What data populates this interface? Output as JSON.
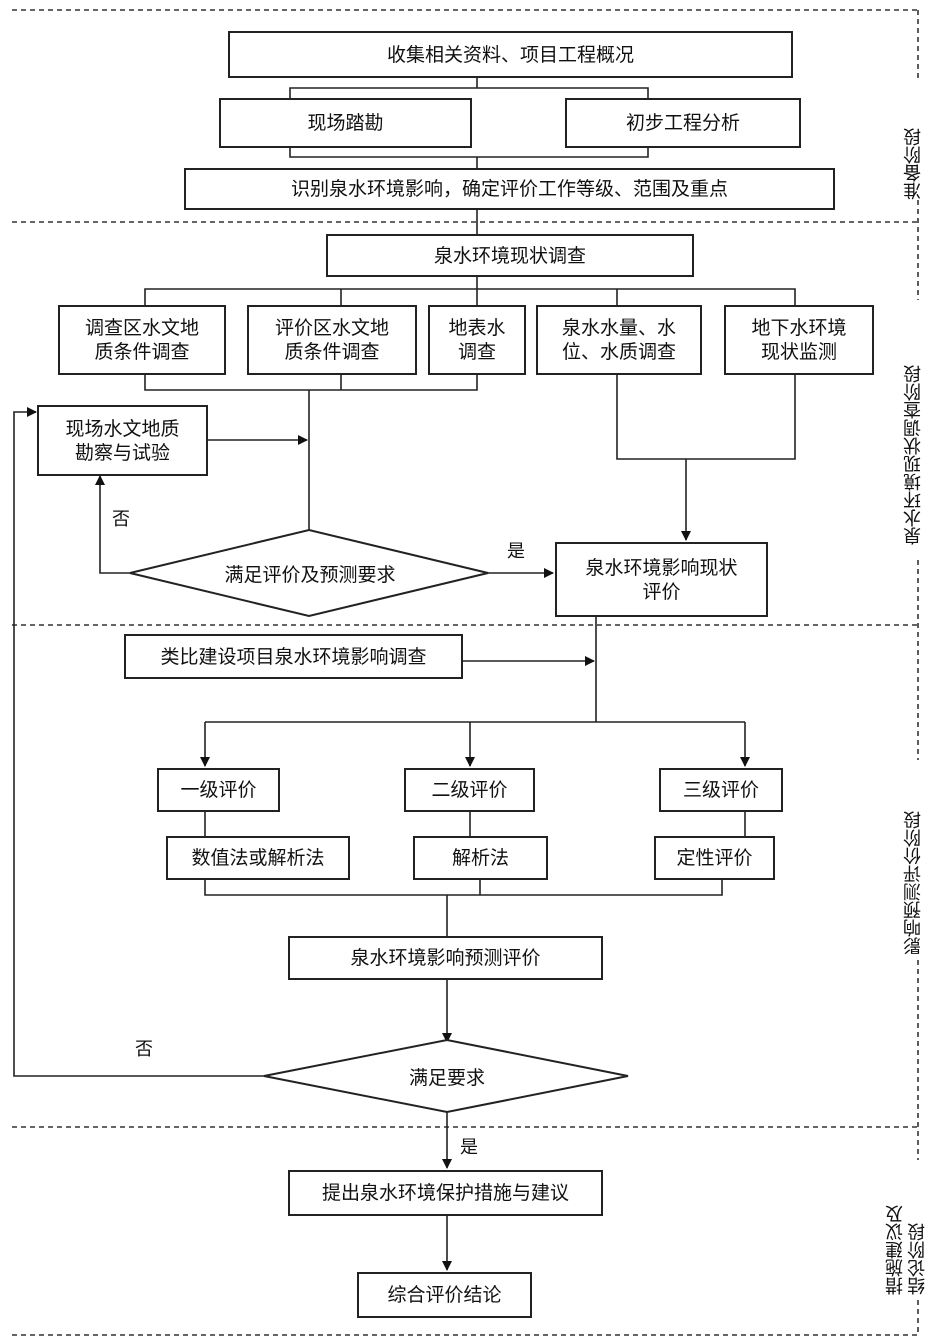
{
  "diagram": {
    "stages": [
      {
        "id": "prep",
        "label": "准备阶段"
      },
      {
        "id": "survey",
        "label": "泉水环境现状调查阶段"
      },
      {
        "id": "predict",
        "label": "影响预测评价阶段"
      },
      {
        "id": "measures",
        "label": "措施建议及\n结论阶段"
      }
    ],
    "nodes": {
      "collect": "收集相关资料、项目工程概况",
      "site_visit": "现场踏勘",
      "prelim_analysis": "初步工程分析",
      "identify": "识别泉水环境影响，确定评价工作等级、范围及重点",
      "status_survey": "泉水环境现状调查",
      "survey_area": "调查区水文地\n质条件调查",
      "eval_area": "评价区水文地\n质条件调查",
      "surface_water": "地表水\n调查",
      "spring_water": "泉水水量、水\n位、水质调查",
      "groundwater": "地下水环境\n现状监测",
      "field_exploration": "现场水文地质\n勘察与试验",
      "decision1": "满足评价及预测要求",
      "status_eval": "泉水环境影响现状\n评价",
      "analog_survey": "类比建设项目泉水环境影响调查",
      "level1": "一级评价",
      "level2": "二级评价",
      "level3": "三级评价",
      "method1": "数值法或解析法",
      "method2": "解析法",
      "method3": "定性评价",
      "predict_eval": "泉水环境影响预测评价",
      "decision2": "满足要求",
      "measures": "提出泉水环境保护措施与建议",
      "conclusion": "综合评价结论"
    },
    "edge_labels": {
      "no1": "否",
      "yes1": "是",
      "no2": "否",
      "yes2": "是"
    }
  }
}
